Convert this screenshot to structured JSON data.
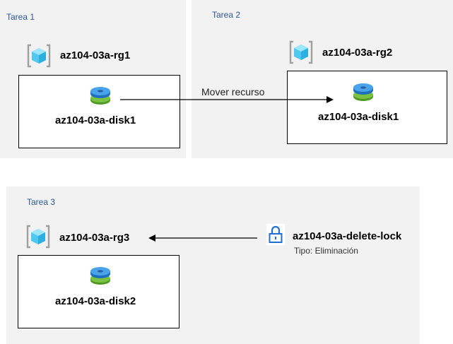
{
  "task1": {
    "label": "Tarea 1",
    "resource_group": "az104-03a-rg1",
    "disk": "az104-03a-disk1"
  },
  "task2": {
    "label": "Tarea 2",
    "resource_group": "az104-03a-rg2",
    "disk": "az104-03a-disk1",
    "move_label": "Mover recurso"
  },
  "task3": {
    "label": "Tarea 3",
    "resource_group": "az104-03a-rg3",
    "disk": "az104-03a-disk2",
    "lock": {
      "name": "az104-03a-delete-lock",
      "type": "Tipo: Eliminación"
    }
  },
  "icons": {
    "resource_group": "resource-group-icon",
    "disk": "managed-disk-icon",
    "lock": "lock-icon"
  },
  "colors": {
    "task_label": "#2b579a",
    "panel_bg": "#f2f2f2",
    "disk_top": "#3c8fd6",
    "disk_bottom": "#5fae2e",
    "lock": "#1f6fd0"
  }
}
